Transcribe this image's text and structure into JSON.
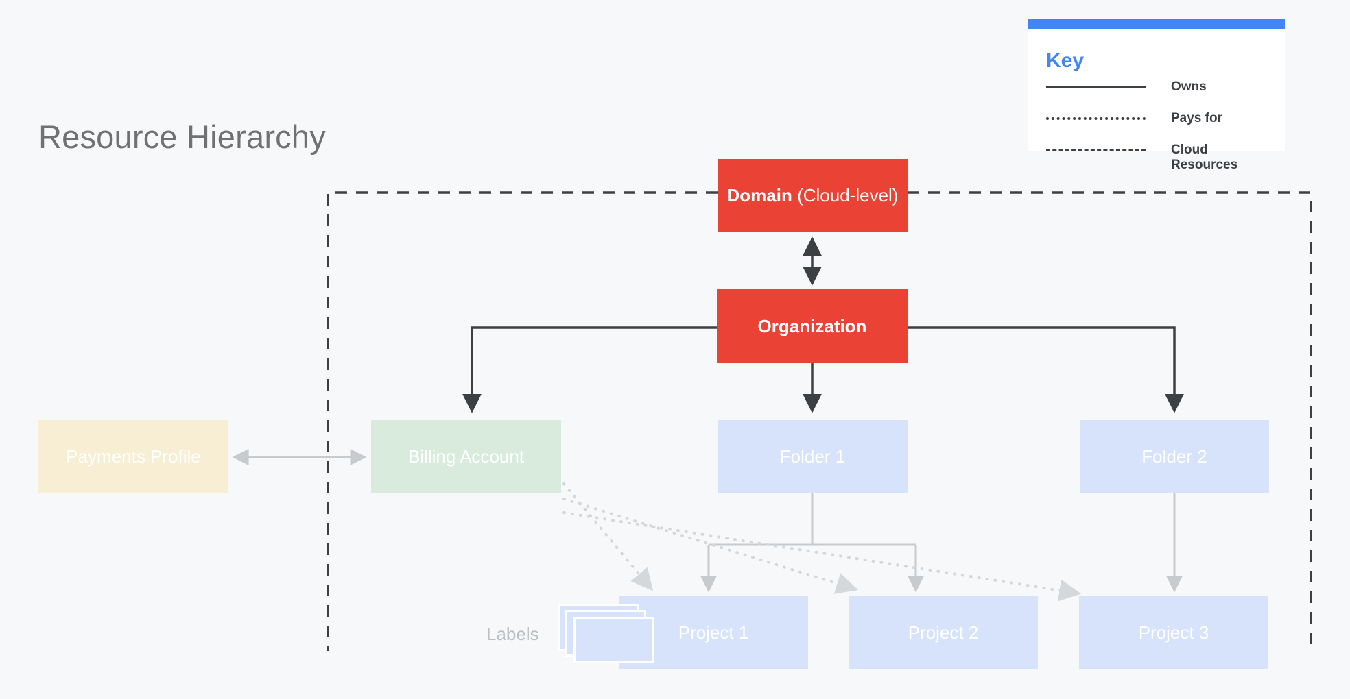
{
  "page": {
    "title": "Resource Hierarchy",
    "background_color": "#f6f8f9"
  },
  "key": {
    "title": "Key",
    "accent_color": "#4285f4",
    "rows": [
      {
        "style": "solid",
        "label": "Owns"
      },
      {
        "style": "dotted",
        "label": "Pays for"
      },
      {
        "style": "dashed",
        "label": "Cloud\nResources"
      }
    ]
  },
  "diagram": {
    "type": "hierarchy",
    "boundary": {
      "label": "Cloud Resources",
      "style": "dashed"
    },
    "nodes": [
      {
        "id": "domain",
        "label": "Domain (Cloud-level)",
        "label_bold": "Domain",
        "label_rest": " (Cloud-level)",
        "color": "#ea4335",
        "text_color": "#ffffff",
        "level": 0
      },
      {
        "id": "organization",
        "label": "Organization",
        "color": "#ea4335",
        "text_color": "#ffffff",
        "level": 1
      },
      {
        "id": "payments-profile",
        "label": "Payments Profile",
        "color": "#f7eed4",
        "text_color": "#ffffff",
        "level": 2
      },
      {
        "id": "billing-account",
        "label": "Billing Account",
        "color": "#d9ebdd",
        "text_color": "#ffffff",
        "level": 2
      },
      {
        "id": "folder-1",
        "label": "Folder 1",
        "color": "#d7e3fa",
        "text_color": "#ffffff",
        "level": 2
      },
      {
        "id": "folder-2",
        "label": "Folder 2",
        "color": "#d7e3fa",
        "text_color": "#ffffff",
        "level": 2
      },
      {
        "id": "project-1",
        "label": "Project 1",
        "color": "#d7e3fa",
        "text_color": "#ffffff",
        "level": 3
      },
      {
        "id": "project-2",
        "label": "Project 2",
        "color": "#d7e3fa",
        "text_color": "#ffffff",
        "level": 3
      },
      {
        "id": "project-3",
        "label": "Project 3",
        "color": "#d7e3fa",
        "text_color": "#ffffff",
        "level": 3
      }
    ],
    "labels_group": {
      "label": "Labels",
      "text_color": "#bcbfc2",
      "card_count": 3
    },
    "edges": [
      {
        "from": "domain",
        "to": "organization",
        "style": "solid",
        "arrow": "both",
        "relation": "Owns"
      },
      {
        "from": "organization",
        "to": "billing-account",
        "style": "solid",
        "arrow": "end",
        "relation": "Owns"
      },
      {
        "from": "organization",
        "to": "folder-1",
        "style": "solid",
        "arrow": "end",
        "relation": "Owns"
      },
      {
        "from": "organization",
        "to": "folder-2",
        "style": "solid",
        "arrow": "end",
        "relation": "Owns"
      },
      {
        "from": "payments-profile",
        "to": "billing-account",
        "style": "solid",
        "arrow": "both",
        "relation": "Owns"
      },
      {
        "from": "folder-1",
        "to": "project-1",
        "style": "solid",
        "arrow": "end",
        "relation": "Owns"
      },
      {
        "from": "folder-1",
        "to": "project-2",
        "style": "solid",
        "arrow": "end",
        "relation": "Owns"
      },
      {
        "from": "folder-2",
        "to": "project-3",
        "style": "solid",
        "arrow": "end",
        "relation": "Owns"
      },
      {
        "from": "billing-account",
        "to": "project-1",
        "style": "dotted",
        "arrow": "end",
        "relation": "Pays for"
      },
      {
        "from": "billing-account",
        "to": "project-2",
        "style": "dotted",
        "arrow": "end",
        "relation": "Pays for"
      },
      {
        "from": "billing-account",
        "to": "project-3",
        "style": "dotted",
        "arrow": "end",
        "relation": "Pays for"
      }
    ]
  }
}
